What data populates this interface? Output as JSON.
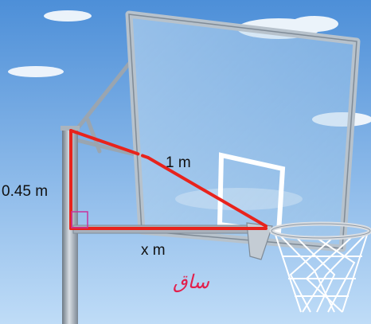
{
  "labels": {
    "vertical_side": "0.45 m",
    "hypotenuse": "1 m",
    "horizontal_side": "x m",
    "handwritten_note": "ساق"
  },
  "colors": {
    "sky_top": "#4d8fd8",
    "sky_bottom": "#bfdcf7",
    "triangle_lines": "#e8231c",
    "right_angle_mark": "#c8329b",
    "handwriting": "#e21f4c",
    "pole": "#8a96a3",
    "board_frame": "#b7c2cc",
    "hoop": "#d9dde2"
  }
}
